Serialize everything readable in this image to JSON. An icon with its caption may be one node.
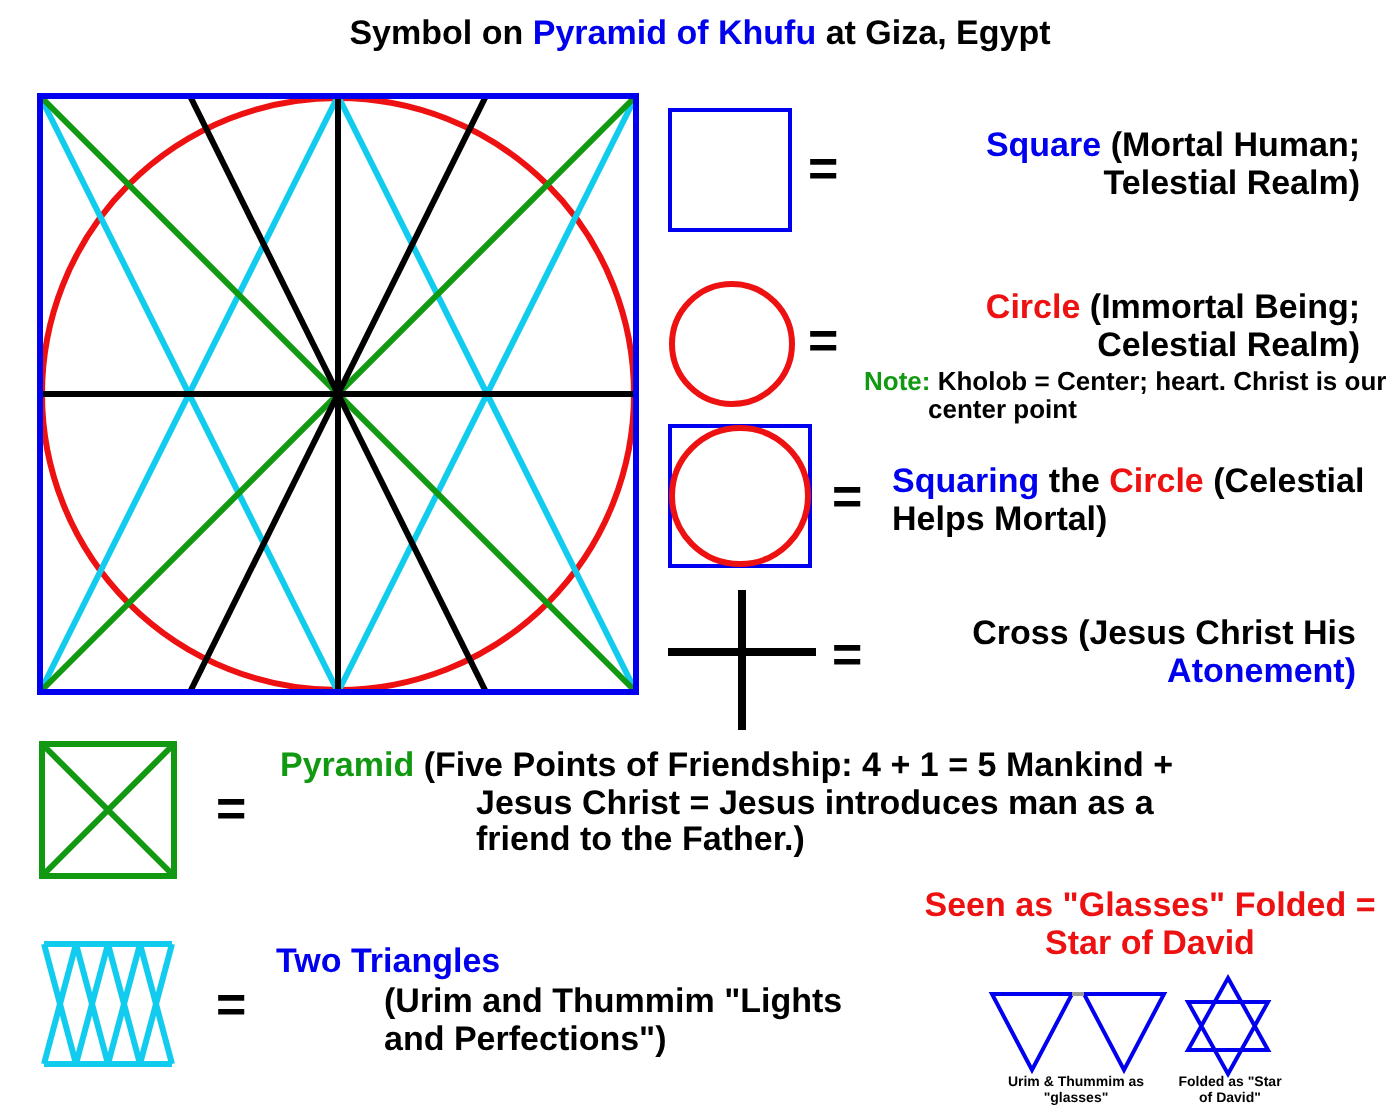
{
  "diagram": {
    "title": "Symbol on Pyramid of Khufu at Giza, Egypt",
    "labels": [
      "=",
      "Square (Mortal Human; Telestial Realm)",
      "=",
      "Circle (Immortal Being; Celestial Realm)",
      "Note: Kholob = Center; heart. Christ is our center point",
      "=",
      "Squaring the Circle (Celestial Helps Mortal)",
      "=",
      "Cross (Jesus Christ His Atonement)",
      "=",
      "Pyramid (Five Points of Friendship: 4 + 1 = 5 Mankind + Jesus Christ = Jesus introduces man as a friend to the Father.)",
      "=",
      "Two Triangles",
      "(Urim and Thummim \"Lights and Perfections\")",
      "Seen as \"Glasses\" Folded = Star of David",
      "Urim & Thummim as \"glasses\"",
      "Folded as \"Star of David\""
    ]
  }
}
